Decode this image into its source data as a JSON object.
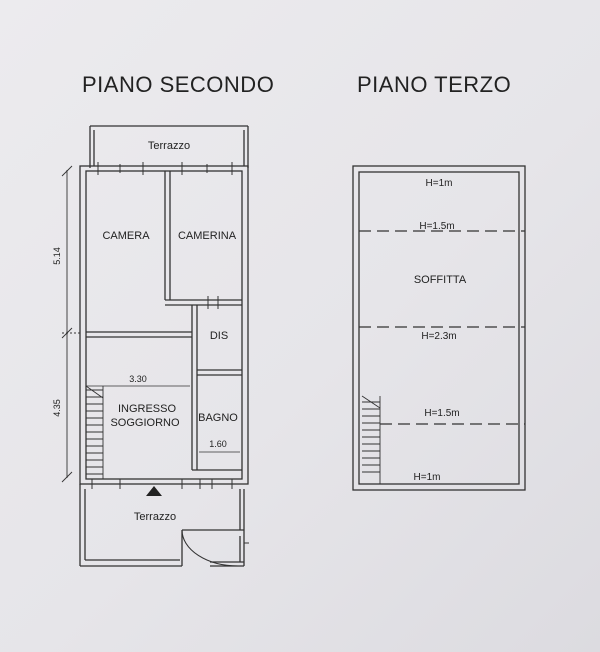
{
  "floor_left": {
    "title": "PIANO SECONDO",
    "rooms": {
      "terrace_top": "Terrazzo",
      "camera": "CAMERA",
      "camerina": "CAMERINA",
      "dis": "DIS",
      "ingresso_line1": "INGRESSO",
      "ingresso_line2": "SOGGIORNO",
      "bagno": "BAGNO",
      "terrace_bottom": "Terrazzo"
    },
    "dimensions": {
      "upper_depth": "5.14",
      "lower_depth": "4.35",
      "living_width": "3.30",
      "bath_width": "1.60"
    }
  },
  "floor_right": {
    "title": "PIANO TERZO",
    "room": "SOFFITTA",
    "heights": {
      "top": "H=1m",
      "upper": "H=1.5m",
      "middle": "H=2.3m",
      "lower": "H=1.5m",
      "bottom": "H=1m"
    }
  }
}
